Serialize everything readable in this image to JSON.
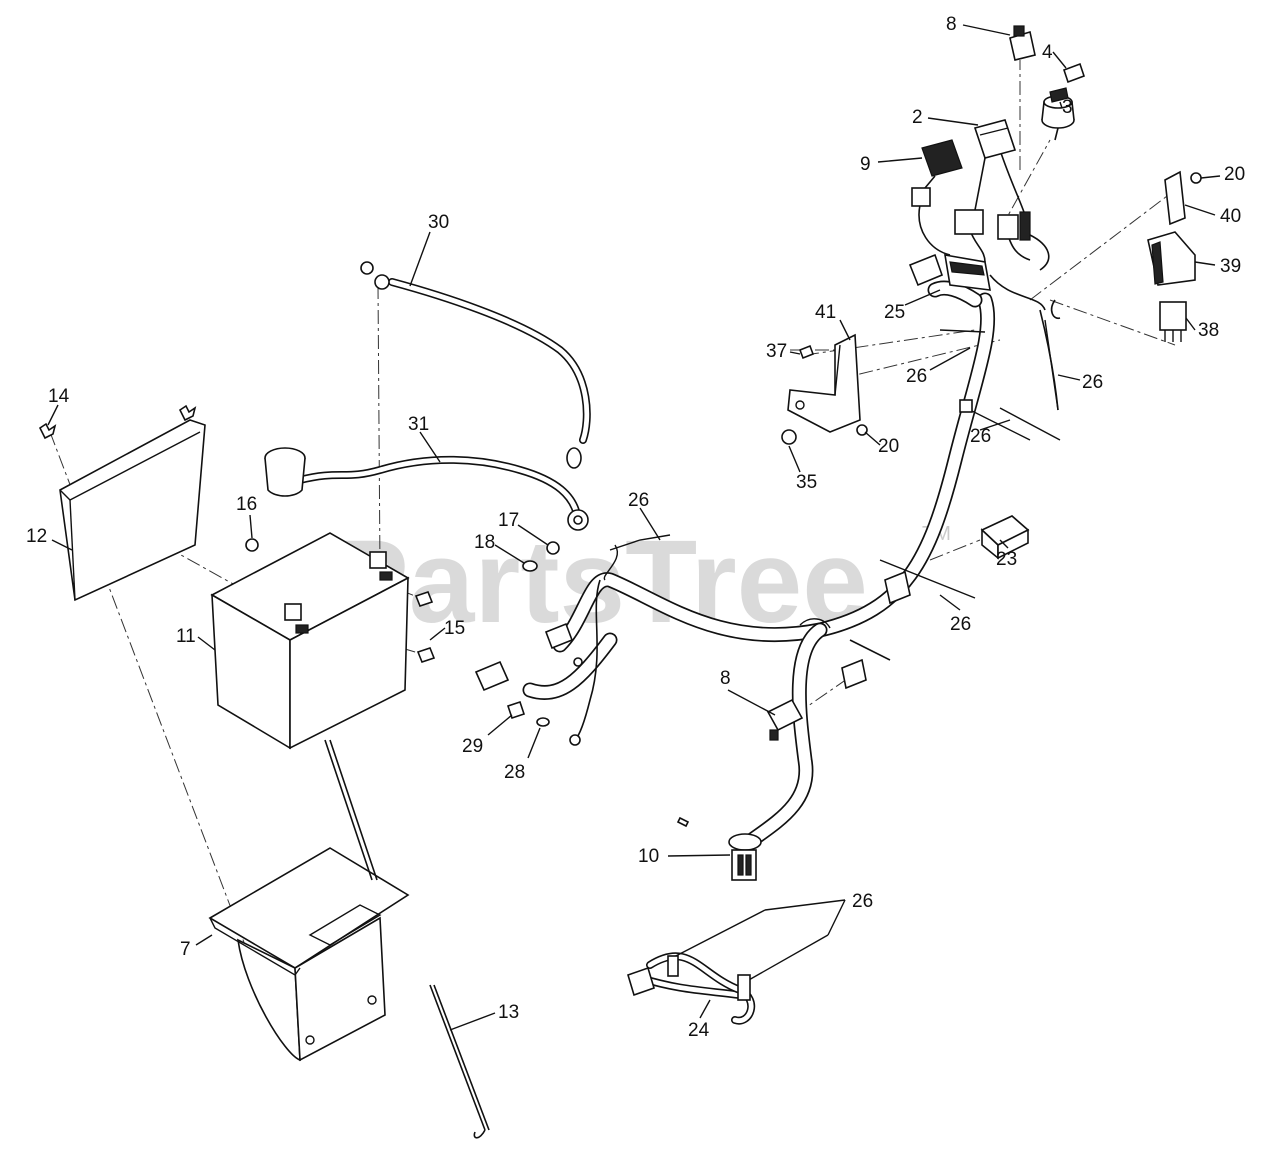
{
  "watermark": {
    "text": "PartsTree",
    "trademark": "TM"
  },
  "callouts": {
    "c8a": "8",
    "c4": "4",
    "c3": "3",
    "c2": "2",
    "c9": "9",
    "c20a": "20",
    "c40": "40",
    "c39": "39",
    "c38": "38",
    "c25": "25",
    "c41": "41",
    "c37": "37",
    "c26a": "26",
    "c26b": "26",
    "c30": "30",
    "c14": "14",
    "c31": "31",
    "c35": "35",
    "c20b": "20",
    "c26c": "26",
    "c16": "16",
    "c12": "12",
    "c26d": "26",
    "c17": "17",
    "c18": "18",
    "c23": "23",
    "c26e": "26",
    "c11": "11",
    "c15": "15",
    "c8b": "8",
    "c29": "29",
    "c28": "28",
    "c10": "10",
    "c26f": "26",
    "c7": "7",
    "c13": "13",
    "c24": "24"
  }
}
